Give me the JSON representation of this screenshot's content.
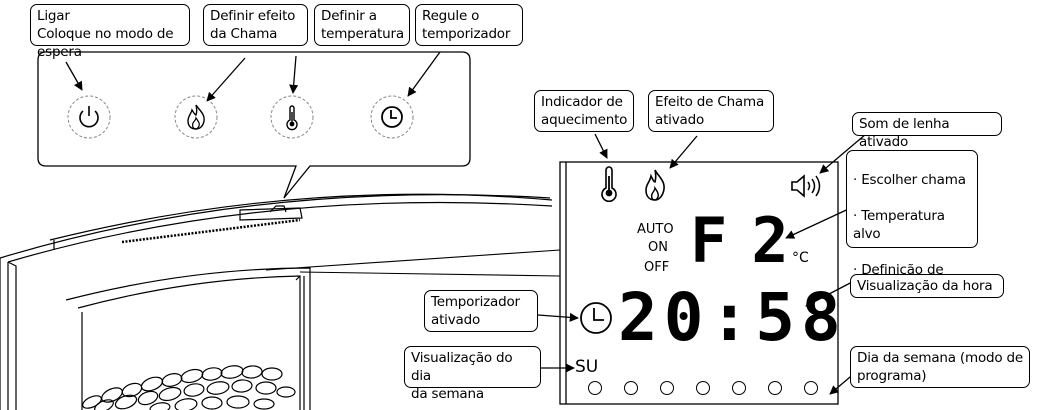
{
  "controls": {
    "power_callout": "Ligar\nColoque no modo de espera",
    "flame_callout": "Definir efeito\nda Chama",
    "temp_callout": "Definir a\ntemperatura",
    "timer_callout": "Regule o\ntemporizador"
  },
  "display": {
    "heating_indicator_callout": "Indicador de\naquecimento",
    "flame_effect_callout": "Efeito de Chama\nativado",
    "log_sound_callout": "Som de lenha ativado",
    "mode_items": [
      "Escolher chama",
      "Temperatura alvo",
      "Definição de\ntemporizador"
    ],
    "mode_auto": "AUTO",
    "mode_on": "ON",
    "mode_off": "OFF",
    "setting_value": "F2",
    "unit": "°C",
    "time_value": "20:58",
    "time_callout": "Visualização da hora",
    "timer_active_callout": "Temporizador\nativado",
    "day_value": "SU",
    "day_display_callout": "Visualização do dia\nda semana",
    "day_program_callout": "Dia da semana (modo de\nprograma)",
    "day_dots": 7
  }
}
